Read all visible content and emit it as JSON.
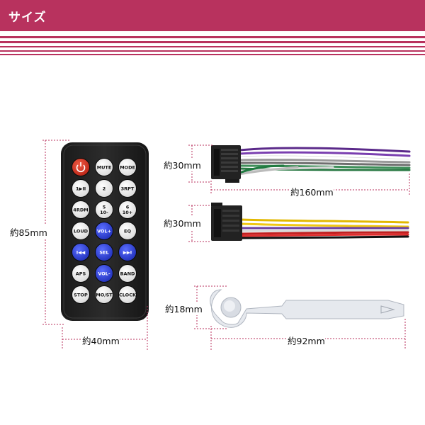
{
  "header": {
    "title": "サイズ"
  },
  "remote": {
    "height_label": "約85mm",
    "width_label": "約40mm",
    "buttons": [
      {
        "label": "",
        "kind": "power"
      },
      {
        "label": "MUTE",
        "kind": "white"
      },
      {
        "label": "MODE",
        "kind": "white"
      },
      {
        "label": "1▶II",
        "kind": "white"
      },
      {
        "label": "2",
        "kind": "white"
      },
      {
        "label": "3RPT",
        "kind": "white"
      },
      {
        "label": "4RDM",
        "kind": "white"
      },
      {
        "label": "5\n10-",
        "kind": "white"
      },
      {
        "label": "6\n10+",
        "kind": "white"
      },
      {
        "label": "LOUD",
        "kind": "white"
      },
      {
        "label": "VOL+",
        "kind": "blue"
      },
      {
        "label": "EQ",
        "kind": "white"
      },
      {
        "label": "I◀◀",
        "kind": "blue"
      },
      {
        "label": "SEL",
        "kind": "blue"
      },
      {
        "label": "▶▶I",
        "kind": "blue"
      },
      {
        "label": "APS",
        "kind": "white"
      },
      {
        "label": "VOL-",
        "kind": "blue"
      },
      {
        "label": "BAND",
        "kind": "white"
      },
      {
        "label": "STOP",
        "kind": "white"
      },
      {
        "label": "MO/ST",
        "kind": "white"
      },
      {
        "label": "CLOCK",
        "kind": "white"
      }
    ]
  },
  "connector1": {
    "height_label": "約30mm"
  },
  "wire_length_label": "約160mm",
  "connector2": {
    "height_label": "約30mm"
  },
  "tool": {
    "height_label": "約18mm",
    "width_label": "約92mm"
  },
  "colors": {
    "brand": "#b8325e",
    "guide": "#b8325e",
    "button_blue": "#2a3fd0",
    "power_red": "#d83a2a"
  }
}
